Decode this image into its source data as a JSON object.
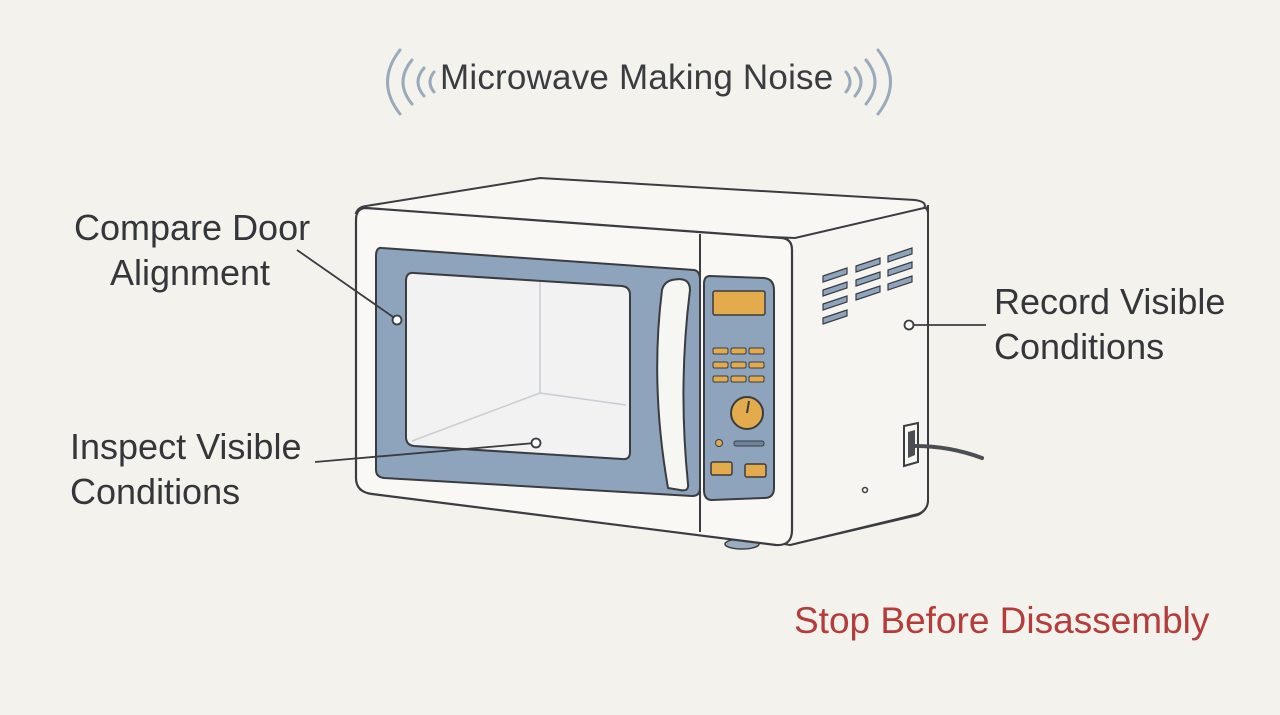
{
  "title": "Microwave Making Noise",
  "callouts": {
    "door": {
      "line1": "Compare Door",
      "line2": "Alignment"
    },
    "record": {
      "line1": "Record Visible",
      "line2": "Conditions"
    },
    "inspect": {
      "line1": "Inspect Visible",
      "line2": "Conditions"
    },
    "stop": "Stop Before Disassembly"
  },
  "colors": {
    "background": "#f3f2ed",
    "outline": "#3a3c40",
    "panel": "#8ea4bd",
    "accent": "#e0a94a",
    "warning": "#b43c3a"
  }
}
